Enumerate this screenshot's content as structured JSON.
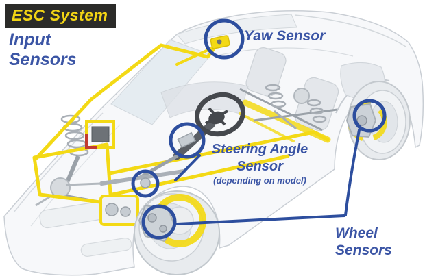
{
  "title": "ESC System",
  "subtitle": {
    "line1": "Input",
    "line2": "Sensors"
  },
  "annotations": {
    "yaw": {
      "label": "Yaw Sensor"
    },
    "steering": {
      "line1": "Steering Angle",
      "line2": "Sensor",
      "note": "(depending on model)"
    },
    "wheel": {
      "line1": "Wheel",
      "line2": "Sensors"
    }
  },
  "colors": {
    "title_background": "#2b2b29",
    "title_text": "#f2d414",
    "label_blue": "#3b55a5",
    "annotation_blue": "#2d4e9e",
    "harness_yellow": "#f3d915",
    "ecu_highlight_red": "#c23b30",
    "car_ghost_gray": "#c6cbd1",
    "background": "#ffffff"
  }
}
